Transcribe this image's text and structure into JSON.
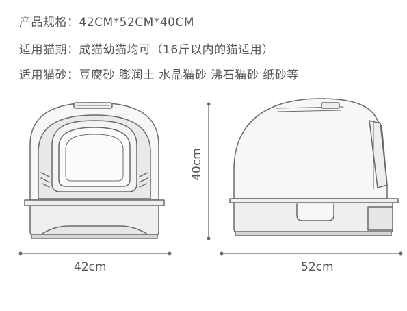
{
  "specs": [
    {
      "label": "产品规格：",
      "value": "42CM*52CM*40CM"
    },
    {
      "label": "适用猫期：",
      "value": "成猫幼猫均可（16斤以内的猫适用）"
    },
    {
      "label": "适用猫砂：",
      "value": "豆腐砂 膨润土 水晶猫砂 沸石猫砂 纸砂等"
    }
  ],
  "dimensions": {
    "front_width": "42cm",
    "side_width": "52cm",
    "height": "40cm"
  },
  "colors": {
    "line": "#6a6a6a",
    "shell": "#f7f7f7",
    "panel": "#e6e6e6",
    "base": "#dcdcdc",
    "text": "#555555"
  }
}
